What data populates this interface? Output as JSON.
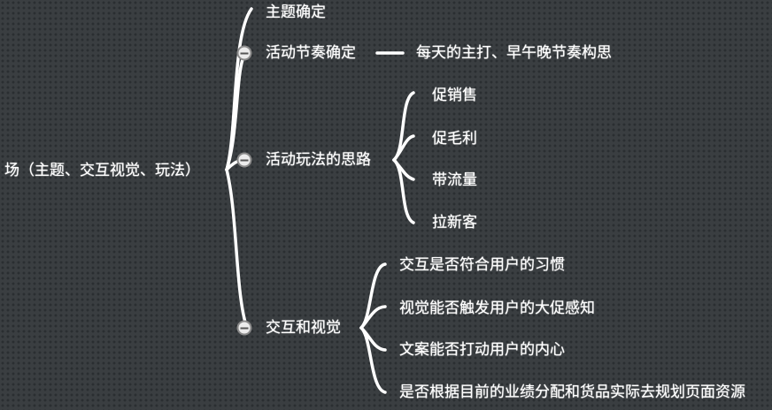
{
  "root": {
    "label": "场（主题、交互视觉、玩法）"
  },
  "branches": [
    {
      "label": "主题确定"
    },
    {
      "label": "活动节奏确定",
      "children": [
        "每天的主打、早午晚节奏构思"
      ]
    },
    {
      "label": "活动玩法的思路",
      "children": [
        "促销售",
        "促毛利",
        "带流量",
        "拉新客"
      ]
    },
    {
      "label": "交互和视觉",
      "children": [
        "交互是否符合用户的习惯",
        "视觉能否触发用户的大促感知",
        "文案能否打动用户的内心",
        "是否根据目前的业绩分配和货品实际去规划页面资源"
      ]
    }
  ],
  "colors": {
    "background": "#383c3f",
    "line": "#ffffff",
    "text": "#f4f4f4"
  },
  "icons": {
    "collapse": "minus-circle-icon"
  }
}
